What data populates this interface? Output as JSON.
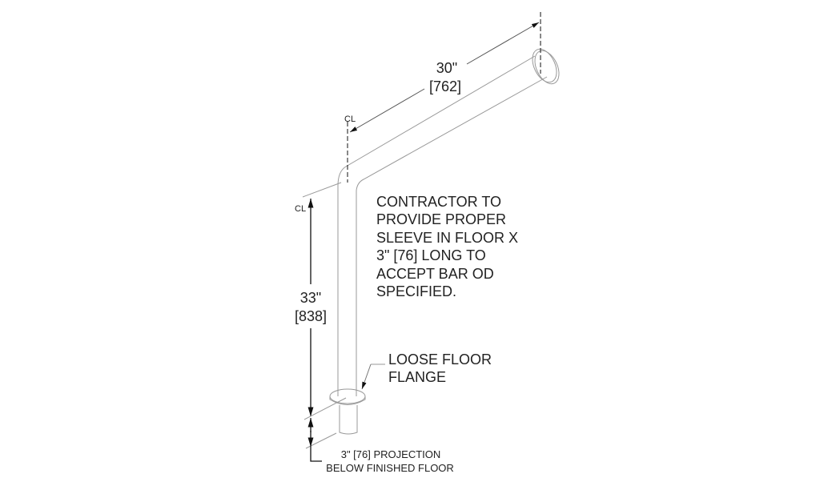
{
  "drawing": {
    "horizontal_dimension": {
      "imperial": "30\"",
      "metric": "[762]"
    },
    "vertical_dimension": {
      "imperial": "33\"",
      "metric": "[838]"
    },
    "centerline_symbol": "CL",
    "note_lines": [
      "CONTRACTOR TO",
      "PROVIDE PROPER",
      "SLEEVE IN FLOOR X",
      "3\" [76] LONG TO",
      "ACCEPT BAR OD",
      "SPECIFIED."
    ],
    "flange_label_lines": [
      "LOOSE FLOOR",
      "FLANGE"
    ],
    "projection_label_lines": [
      "3\" [76] PROJECTION",
      "BELOW FINISHED FLOOR"
    ]
  }
}
